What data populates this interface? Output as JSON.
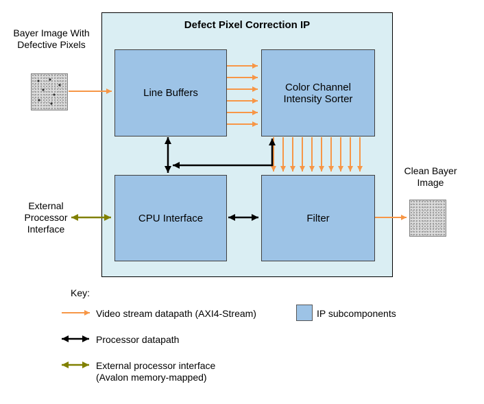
{
  "title": "Defect Pixel Correction IP",
  "blocks": {
    "line_buffers": "Line Buffers",
    "sorter": "Color Channel Intensity Sorter",
    "cpu": "CPU Interface",
    "filter": "Filter"
  },
  "labels": {
    "input": "Bayer Image With Defective Pixels",
    "external": "External Processor Interface",
    "output": "Clean Bayer Image"
  },
  "key": {
    "title": "Key:",
    "video": "Video stream datapath (AXI4-Stream)",
    "ip": "IP subcomponents",
    "processor": "Processor datapath",
    "external": "External processor interface",
    "external_sub": "(Avalon memory-mapped)"
  },
  "colors": {
    "video_arrow": "#F79646",
    "processor_arrow": "#000000",
    "external_arrow": "#808000",
    "block_fill": "#9DC3E6",
    "container_fill": "#DAEEF3"
  }
}
